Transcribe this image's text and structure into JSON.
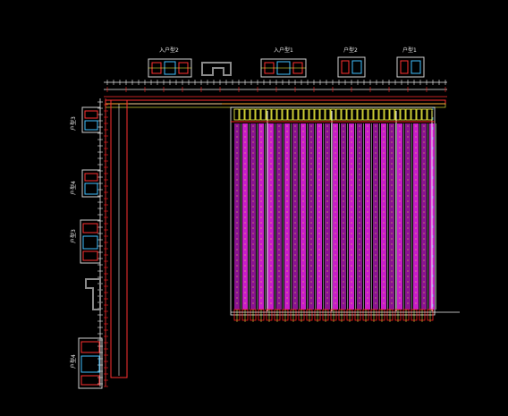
{
  "drawing": {
    "background": "#000000",
    "colors": {
      "magenta": "#c81ec8",
      "magenta_dark": "#8a1490",
      "red": "#ff2020",
      "yellow": "#ffff40",
      "white": "#f0f0f0",
      "cyan": "#40c0ff",
      "gray": "#8a8a8a",
      "blue": "#3050ff"
    },
    "top_labels": [
      "入户型2",
      "入户型1",
      "户型2",
      "户型1"
    ],
    "left_labels": [
      "户型3",
      "户型4",
      "户型3",
      "户型4"
    ]
  }
}
